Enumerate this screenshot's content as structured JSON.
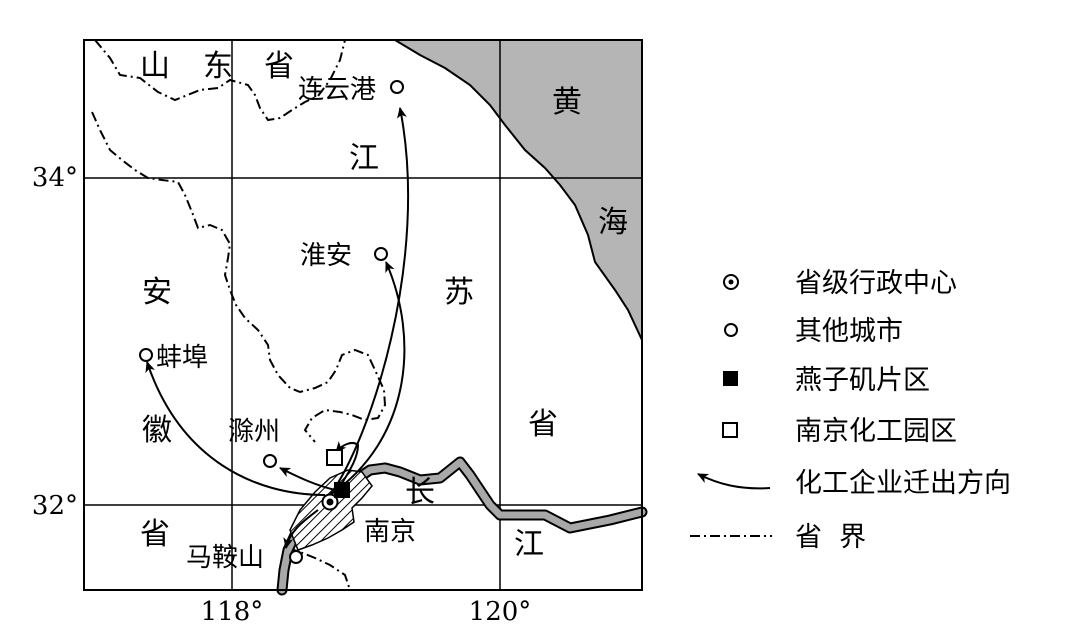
{
  "map": {
    "latitude_ticks": [
      "34°",
      "32°"
    ],
    "longitude_ticks": [
      "118°",
      "120°"
    ],
    "region_labels": {
      "shandong": [
        "山",
        "东",
        "省"
      ],
      "jiangsu": [
        "江",
        "苏",
        "省"
      ],
      "anhui": [
        "安",
        "徽",
        "省"
      ],
      "huanghai": [
        "黄",
        "海"
      ],
      "changjiang": [
        "长",
        "江"
      ]
    },
    "cities": {
      "lianyungang": "连云港",
      "huaian": "淮安",
      "bengbu": "蚌埠",
      "chuzhou": "滁州",
      "maanshan": "马鞍山",
      "nanjing": "南京"
    },
    "colors": {
      "sea": "#b5b5b5",
      "river": "#a8a8a8",
      "line": "#000000"
    }
  },
  "legend": {
    "items": [
      {
        "icon": "dot-circle-icon",
        "label": "省级行政中心"
      },
      {
        "icon": "circle-icon",
        "label": "其他城市"
      },
      {
        "icon": "filled-square-icon",
        "label": "燕子矶片区"
      },
      {
        "icon": "hollow-square-icon",
        "label": "南京化工园区"
      },
      {
        "icon": "arrow-icon",
        "label": "化工企业迁出方向"
      },
      {
        "icon": "boundary-line-icon",
        "label": "省  界"
      }
    ]
  }
}
